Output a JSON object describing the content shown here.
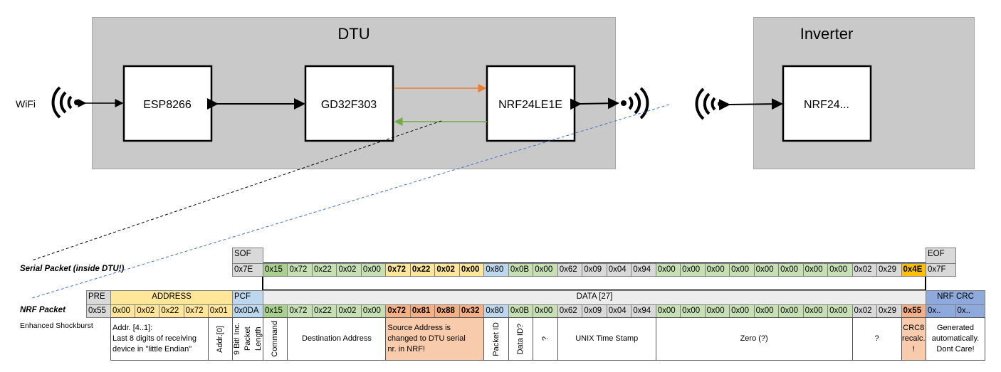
{
  "diagram": {
    "dtu_title": "DTU",
    "inverter_title": "Inverter",
    "wifi_label": "WiFi",
    "chips": {
      "esp": "ESP8266",
      "gd32": "GD32F303",
      "nrf_dtu": "NRF24LE1E",
      "nrf_inv": "NRF24..."
    },
    "arrow_colors": {
      "to_nrf": "#ed7d31",
      "to_gd32": "#70ad47",
      "serial_link": "#000000",
      "nrf_link": "#4472c4"
    }
  },
  "colors": {
    "gray": "#d9d9d9",
    "green_dark": "#a9d08e",
    "green": "#c6e0b4",
    "gold": "#ffc000",
    "yellow": "#ffe699",
    "blue": "#bdd7ee",
    "salmon": "#f4b084",
    "salmon_light": "#f8cbad",
    "crc_blue": "#8ea9db",
    "data_hdr": "#ededed"
  },
  "serial": {
    "label": "Serial Packet (inside DTU!)",
    "sof_header": "SOF",
    "sof": "0x7E",
    "eof_header": "EOF",
    "eof": "0x7F",
    "bytes": [
      {
        "v": "0x15",
        "c": "green_dark"
      },
      {
        "v": "0x72",
        "c": "green"
      },
      {
        "v": "0x22",
        "c": "green"
      },
      {
        "v": "0x02",
        "c": "green"
      },
      {
        "v": "0x00",
        "c": "green"
      },
      {
        "v": "0x72",
        "c": "yellow",
        "b": true
      },
      {
        "v": "0x22",
        "c": "yellow",
        "b": true
      },
      {
        "v": "0x02",
        "c": "yellow",
        "b": true
      },
      {
        "v": "0x00",
        "c": "yellow",
        "b": true
      },
      {
        "v": "0x80",
        "c": "blue"
      },
      {
        "v": "0x0B",
        "c": "green"
      },
      {
        "v": "0x00",
        "c": "green"
      },
      {
        "v": "0x62",
        "c": "gray"
      },
      {
        "v": "0x09",
        "c": "gray"
      },
      {
        "v": "0x04",
        "c": "gray"
      },
      {
        "v": "0x94",
        "c": "gray"
      },
      {
        "v": "0x00",
        "c": "green"
      },
      {
        "v": "0x00",
        "c": "green"
      },
      {
        "v": "0x00",
        "c": "green"
      },
      {
        "v": "0x00",
        "c": "green"
      },
      {
        "v": "0x00",
        "c": "green"
      },
      {
        "v": "0x00",
        "c": "green"
      },
      {
        "v": "0x00",
        "c": "green"
      },
      {
        "v": "0x00",
        "c": "green"
      },
      {
        "v": "0x02",
        "c": "gray"
      },
      {
        "v": "0x29",
        "c": "gray"
      },
      {
        "v": "0x4E",
        "c": "gold",
        "b": true
      }
    ]
  },
  "nrf": {
    "label": "NRF Packet",
    "sublabel": "Enhanced Shockburst",
    "headers": {
      "pre": "PRE",
      "address": "ADDRESS",
      "pcf": "PCF",
      "data": "DATA [27]",
      "crc": "NRF CRC"
    },
    "pre": "0x55",
    "address": [
      "0x00",
      "0x02",
      "0x22",
      "0x72",
      "0x01"
    ],
    "pcf": "0x0DA",
    "crc": [
      "0x..",
      "0x.."
    ],
    "bytes": [
      {
        "v": "0x15",
        "c": "green_dark"
      },
      {
        "v": "0x72",
        "c": "green"
      },
      {
        "v": "0x22",
        "c": "green"
      },
      {
        "v": "0x02",
        "c": "green"
      },
      {
        "v": "0x00",
        "c": "green"
      },
      {
        "v": "0x72",
        "c": "salmon",
        "b": true
      },
      {
        "v": "0x81",
        "c": "salmon",
        "b": true
      },
      {
        "v": "0x88",
        "c": "salmon",
        "b": true
      },
      {
        "v": "0x32",
        "c": "salmon",
        "b": true
      },
      {
        "v": "0x80",
        "c": "blue"
      },
      {
        "v": "0x0B",
        "c": "green"
      },
      {
        "v": "0x00",
        "c": "green"
      },
      {
        "v": "0x62",
        "c": "gray"
      },
      {
        "v": "0x09",
        "c": "gray"
      },
      {
        "v": "0x04",
        "c": "gray"
      },
      {
        "v": "0x94",
        "c": "gray"
      },
      {
        "v": "0x00",
        "c": "green"
      },
      {
        "v": "0x00",
        "c": "green"
      },
      {
        "v": "0x00",
        "c": "green"
      },
      {
        "v": "0x00",
        "c": "green"
      },
      {
        "v": "0x00",
        "c": "green"
      },
      {
        "v": "0x00",
        "c": "green"
      },
      {
        "v": "0x00",
        "c": "green"
      },
      {
        "v": "0x00",
        "c": "green"
      },
      {
        "v": "0x02",
        "c": "gray"
      },
      {
        "v": "0x29",
        "c": "gray"
      },
      {
        "v": "0x55",
        "c": "salmon",
        "b": true
      }
    ],
    "descriptions": {
      "addr41": [
        "Addr. [4..1]:",
        "Last 8 digits of receiving",
        "device in \"little Endian\""
      ],
      "addr0": "Addr.[0]",
      "pcf": [
        "9 Bit!",
        "Inc. Packet",
        "Length"
      ],
      "command": "Command",
      "destination": "Destination Address",
      "source": [
        "Source Address is",
        "changed to DTU serial",
        "nr. in NRF!"
      ],
      "packet_id": "Packet ID",
      "data_id": "Data ID?",
      "unknown1": "?",
      "unix": "UNIX Time Stamp",
      "zero": "Zero (?)",
      "unknown2": "?",
      "crc8": [
        "CRC8",
        "recalc.",
        "!"
      ],
      "generated": [
        "Generated",
        "automatically.",
        "Dont Care!"
      ]
    }
  }
}
